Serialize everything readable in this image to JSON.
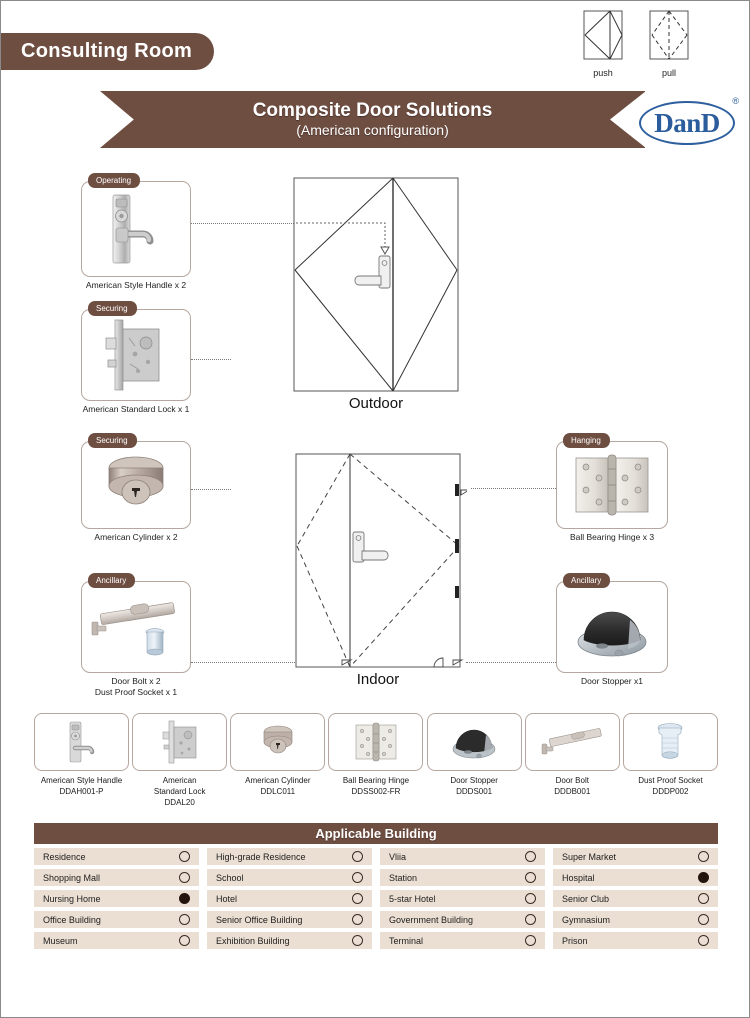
{
  "header": {
    "room_tab": "Consulting Room",
    "banner_title": "Composite Door Solutions",
    "banner_subtitle": "(American configuration)",
    "logo_text": "DanD",
    "logo_registered": "®",
    "brand_color": "#6f4e42",
    "logo_color": "#2b5c9b"
  },
  "door_swing_legend": [
    {
      "name": "push-swing-icon",
      "caption": "push",
      "style": "solid"
    },
    {
      "name": "pull-swing-icon",
      "caption": "pull",
      "style": "dashed"
    }
  ],
  "diagrams": [
    {
      "id": "outdoor",
      "caption": "Outdoor",
      "swing": "solid"
    },
    {
      "id": "indoor",
      "caption": "Indoor",
      "swing": "dashed"
    }
  ],
  "callouts": [
    {
      "id": "american-style-handle",
      "tag": "Operating",
      "caption": [
        "American Style Handle x 2"
      ],
      "side": "left"
    },
    {
      "id": "american-standard-lock",
      "tag": "Securing",
      "caption": [
        "American Standard Lock x 1"
      ],
      "side": "left"
    },
    {
      "id": "american-cylinder",
      "tag": "Securing",
      "caption": [
        "American Cylinder x 2"
      ],
      "side": "left"
    },
    {
      "id": "door-bolt-dust-socket",
      "tag": "Ancillary",
      "caption": [
        "Door Bolt x 2",
        "Dust  Proof Socket  x 1"
      ],
      "side": "left"
    },
    {
      "id": "ball-bearing-hinge",
      "tag": "Hanging",
      "caption": [
        "Ball Bearing Hinge x 3"
      ],
      "side": "right"
    },
    {
      "id": "door-stopper",
      "tag": "Ancillary",
      "caption": [
        "Door Stopper x1"
      ],
      "side": "right"
    }
  ],
  "product_strip": [
    {
      "icon": "handle-icon",
      "name": "American Style Handle",
      "model": "DDAH001-P"
    },
    {
      "icon": "mortise-lock-icon",
      "name": "American\nStandard Lock",
      "model": "DDAL20"
    },
    {
      "icon": "cylinder-icon",
      "name": "American Cylinder",
      "model": "DDLC011"
    },
    {
      "icon": "hinge-icon",
      "name": "Ball Bearing Hinge",
      "model": "DDSS002-FR"
    },
    {
      "icon": "door-stopper-icon",
      "name": "Door Stopper",
      "model": "DDDS001"
    },
    {
      "icon": "door-bolt-icon",
      "name": "Door Bolt",
      "model": "DDDB001"
    },
    {
      "icon": "dust-socket-icon",
      "name": "Dust Proof Socket",
      "model": "DDDP002"
    }
  ],
  "applicable_building": {
    "title": "Applicable Building",
    "row_bg": "#ebdfd3",
    "marked_color": "#23150e",
    "items": [
      {
        "label": "Residence",
        "selected": false
      },
      {
        "label": "High-grade Residence",
        "selected": false
      },
      {
        "label": "Vliia",
        "selected": false
      },
      {
        "label": "Super Market",
        "selected": false
      },
      {
        "label": "Shopping Mall",
        "selected": false
      },
      {
        "label": "School",
        "selected": false
      },
      {
        "label": "Station",
        "selected": false
      },
      {
        "label": "Hospital",
        "selected": true
      },
      {
        "label": "Nursing Home",
        "selected": true
      },
      {
        "label": "Hotel",
        "selected": false
      },
      {
        "label": "5-star Hotel",
        "selected": false
      },
      {
        "label": "Senior Club",
        "selected": false
      },
      {
        "label": "Office Building",
        "selected": false
      },
      {
        "label": "Senior Office Building",
        "selected": false
      },
      {
        "label": "Government Building",
        "selected": false
      },
      {
        "label": "Gymnasium",
        "selected": false
      },
      {
        "label": "Museum",
        "selected": false
      },
      {
        "label": "Exhibition Building",
        "selected": false
      },
      {
        "label": "Terminal",
        "selected": false
      },
      {
        "label": "Prison",
        "selected": false
      }
    ]
  }
}
